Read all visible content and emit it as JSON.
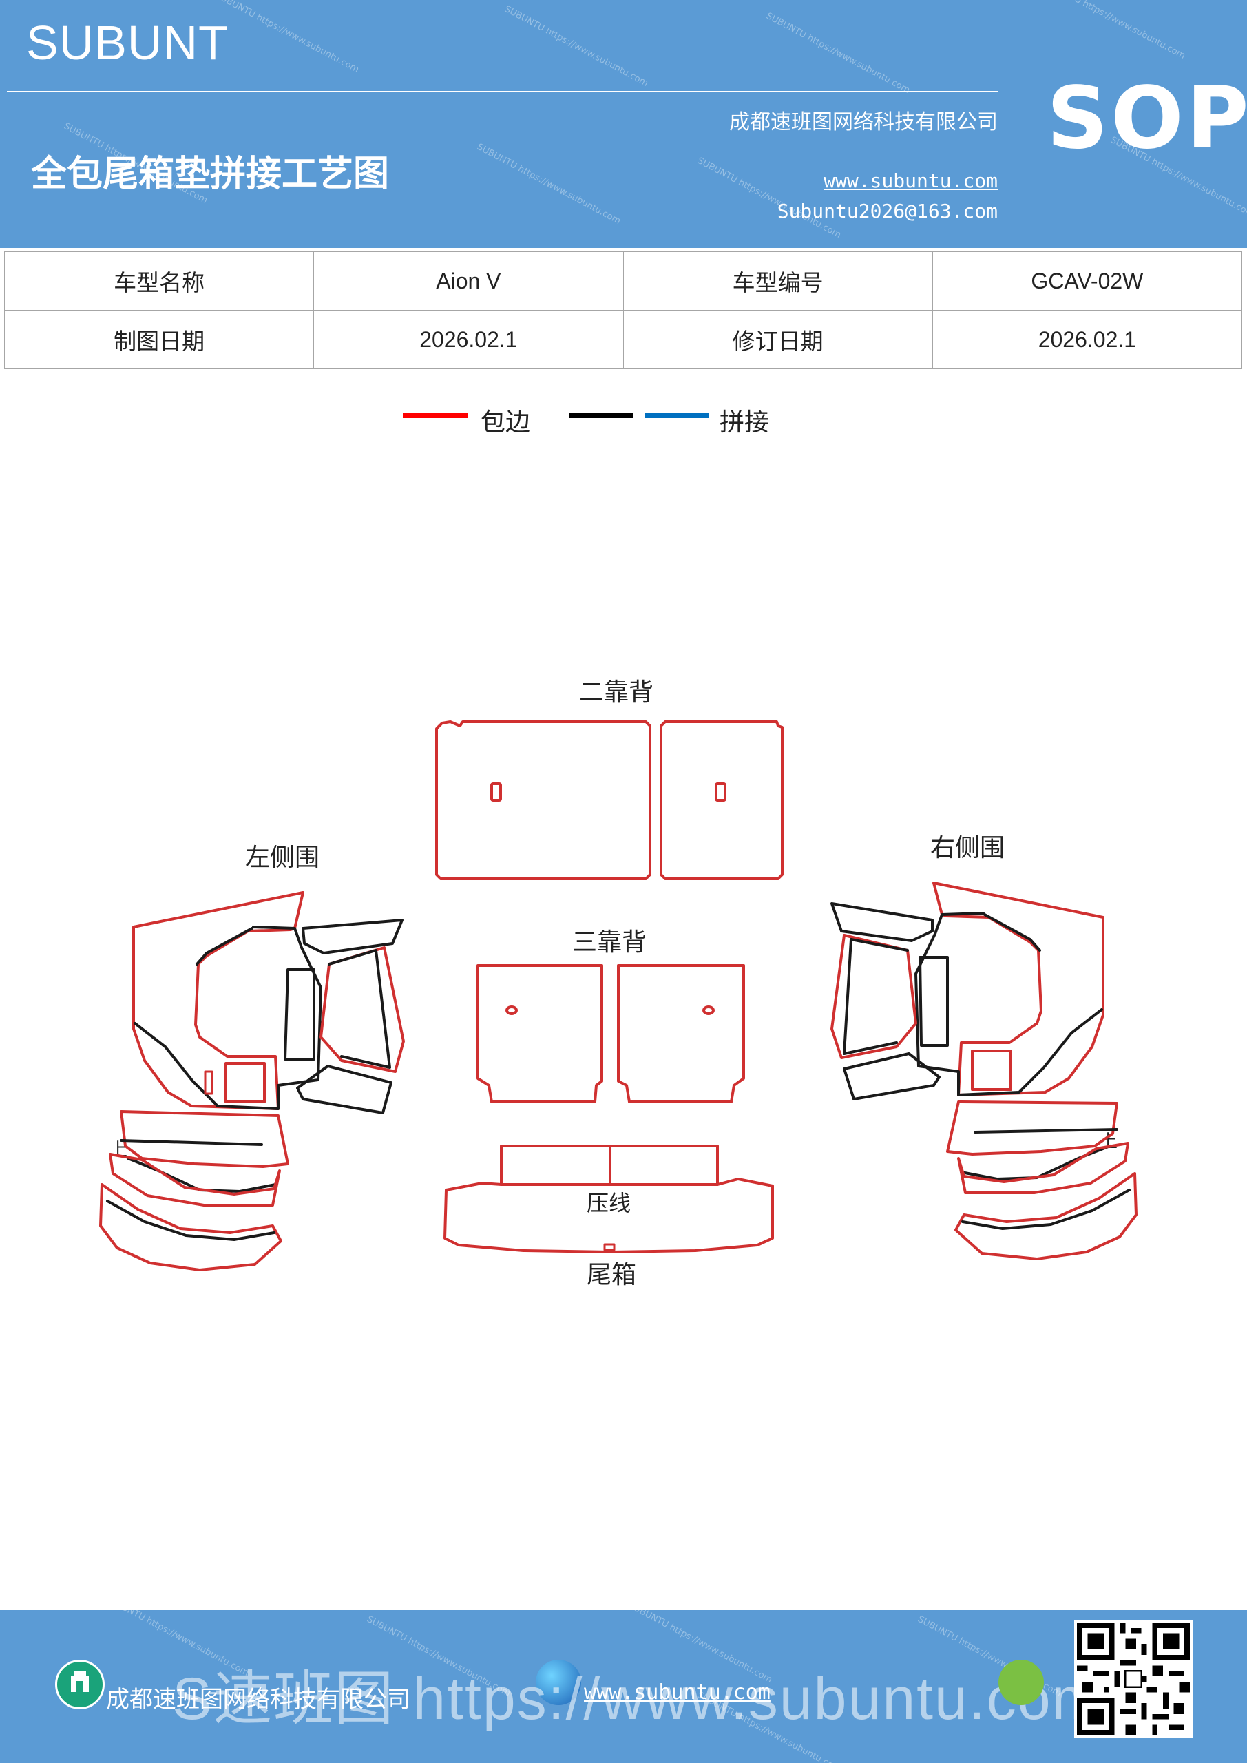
{
  "header": {
    "brand": "SUBUNT",
    "title": "全包尾箱垫拼接工艺图",
    "company": "成都速班图网络科技有限公司",
    "website": "www.subuntu.com",
    "email": "Subuntu2026@163.com",
    "sop": "SOP"
  },
  "info_table": {
    "rows": [
      [
        "车型名称",
        "Aion  V",
        "车型编号",
        "GCAV-02W"
      ],
      [
        "制图日期",
        "2026.02.1",
        "修订日期",
        "2026.02.1"
      ]
    ]
  },
  "legend": {
    "items": [
      {
        "label": "包边",
        "color": "#ff0000"
      },
      {
        "label": "",
        "color": "#000000"
      },
      {
        "label": "拼接",
        "color": "#0070c0"
      }
    ]
  },
  "diagram": {
    "labels": {
      "second_backrest": "二靠背",
      "third_backrest": "三靠背",
      "left_side": "左侧围",
      "right_side": "右侧围",
      "trunk": "尾箱",
      "press_line": "压线",
      "mark_up_left": "上",
      "mark_up_right": "上"
    },
    "colors": {
      "edge": "#d03030",
      "splice": "#1a1a1a"
    }
  },
  "footer": {
    "company": "成都速班图网络科技有限公司",
    "website": "www.subuntu.com",
    "overlay": "S速班图 https://www.subuntu.com"
  }
}
